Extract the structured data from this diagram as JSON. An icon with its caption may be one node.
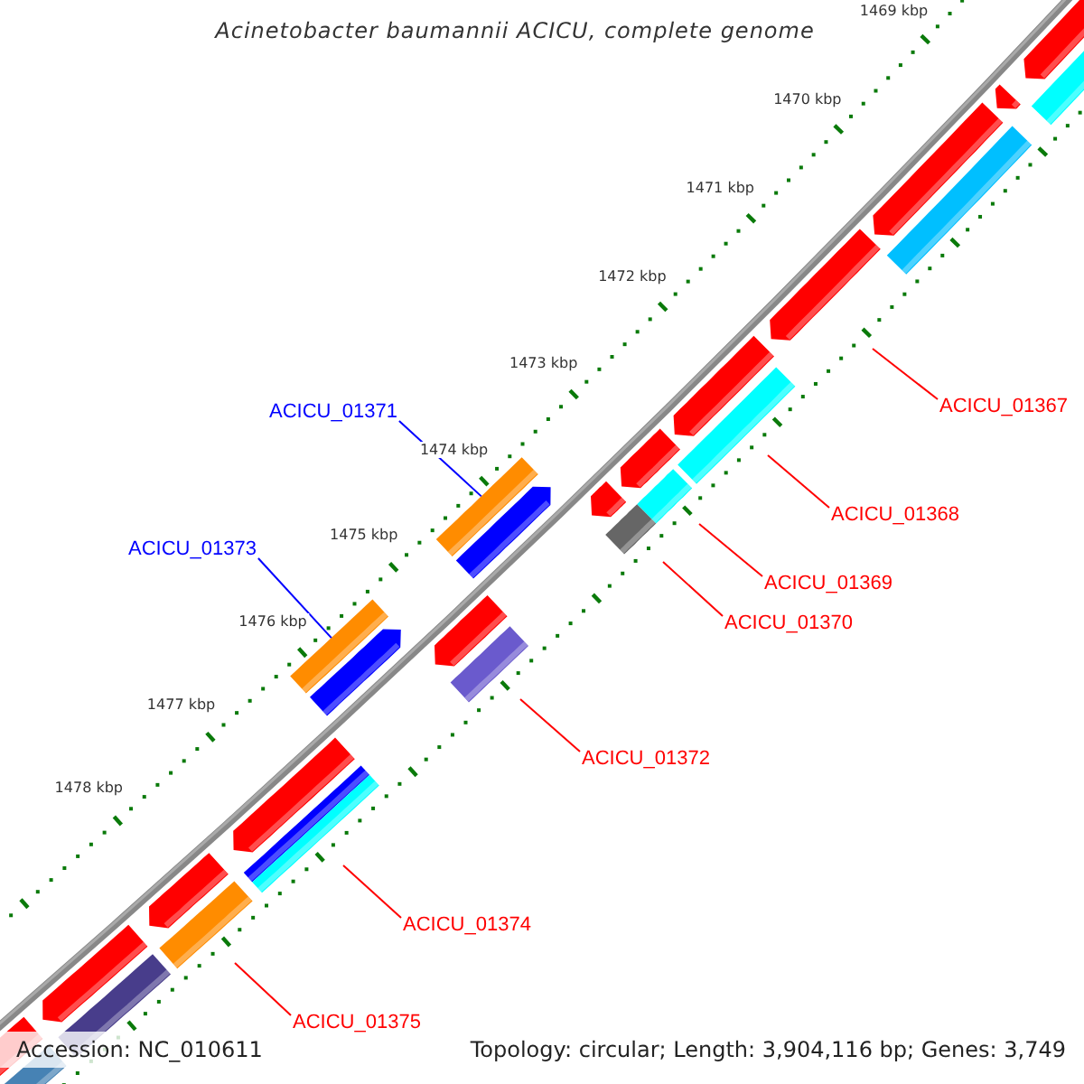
{
  "diagram": {
    "title": "Acinetobacter baumannii ACICU, complete genome",
    "nodes": [
      {
        "text": [
          "ACICU_01367"
        ]
      },
      {
        "text": [
          "ACICU_01371"
        ]
      },
      {
        "text": [
          "ACICU_01368"
        ]
      },
      {
        "text": [
          "ACICU_01373"
        ]
      },
      {
        "text": [
          "ACICU_01369"
        ]
      },
      {
        "text": [
          "ACICU_01370"
        ]
      },
      {
        "text": [
          "ACICU_01372"
        ]
      },
      {
        "text": [
          "ACICU_01374"
        ]
      },
      {
        "text": [
          "ACICU_01375"
        ]
      },
      {
        "text": [],
        "shape": "bar"
      },
      {
        "text": [],
        "shape": "bar"
      }
    ],
    "edges": [
      {
        "from": 0,
        "to": null,
        "arrow": "none"
      },
      {
        "from": 1,
        "to": 9,
        "arrow": "none",
        "color": "#0000ff"
      },
      {
        "from": 2,
        "to": null,
        "arrow": "none"
      },
      {
        "from": 3,
        "to": 10,
        "arrow": "none",
        "color": "#0000ff"
      },
      {
        "from": 4,
        "to": null,
        "arrow": "none"
      },
      {
        "from": 5,
        "to": null,
        "arrow": "none"
      },
      {
        "from": 6,
        "to": null,
        "arrow": "none"
      },
      {
        "from": 7,
        "to": null,
        "arrow": "none"
      },
      {
        "from": 8,
        "to": null,
        "arrow": "none"
      }
    ],
    "labels": [
      "1469 kbp",
      "1470 kbp",
      "1471 kbp",
      "1472 kbp",
      "1473 kbp",
      "1474 kbp",
      "1475 kbp",
      "1476 kbp",
      "1477 kbp",
      "1478 kbp",
      "Accession: NC_010611",
      "Topology: circular; Length: 3,904,116 bp; Genes: 3,749"
    ]
  }
}
